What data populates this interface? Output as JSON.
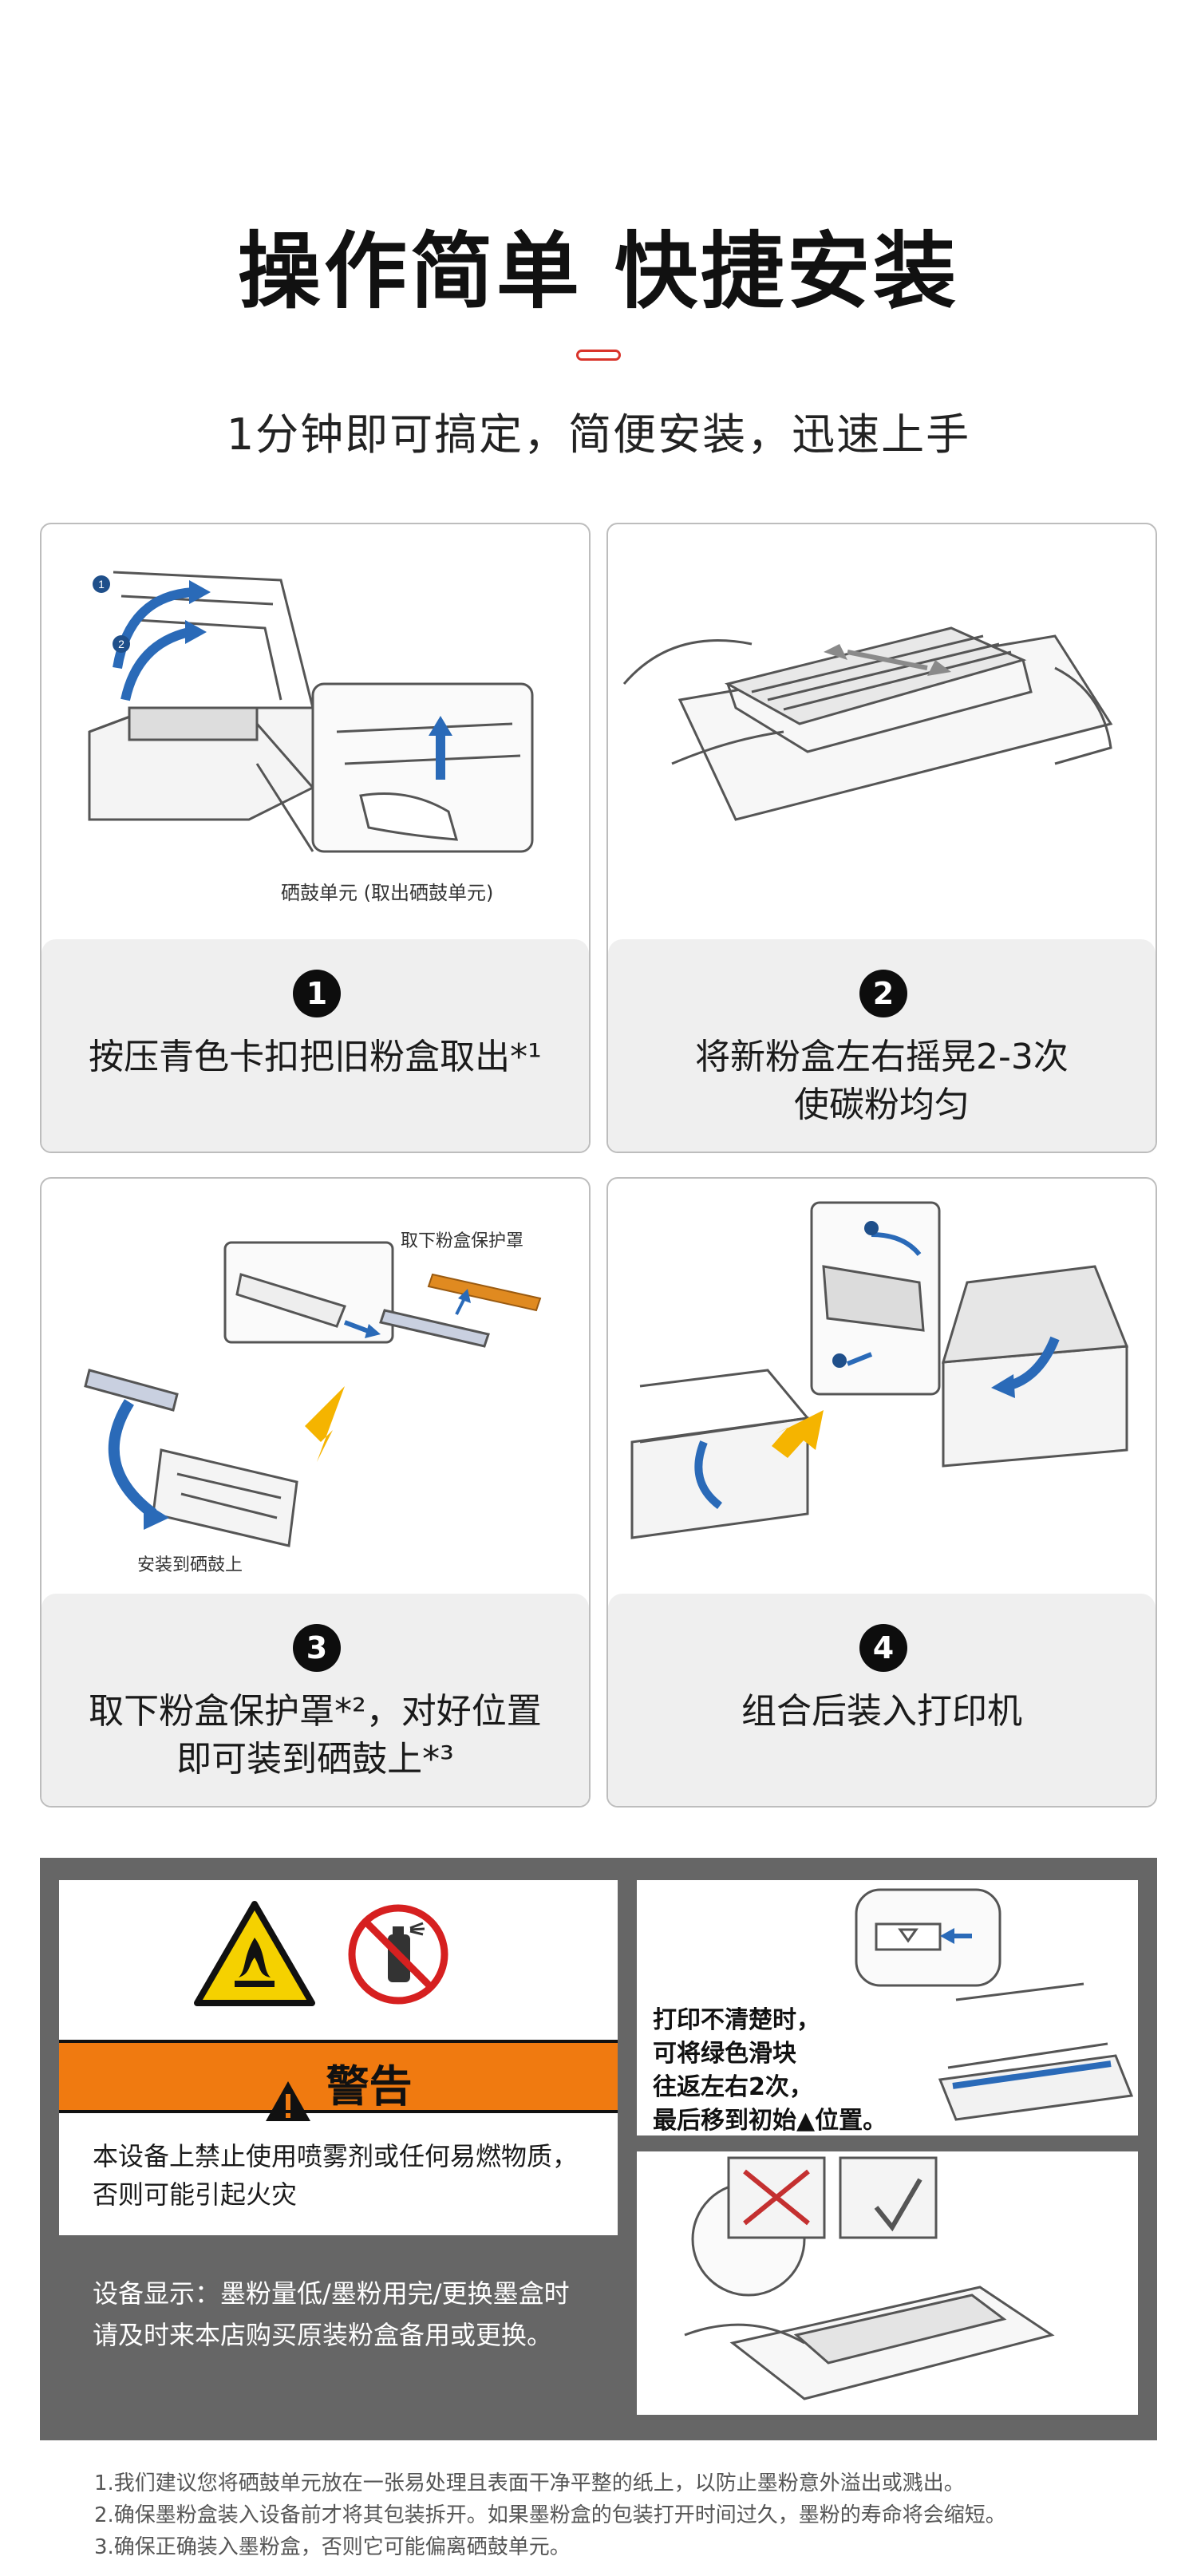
{
  "header": {
    "title": "操作简单 快捷安装",
    "subtitle": "1分钟即可搞定，简便安装，迅速上手"
  },
  "steps": [
    {
      "number": "1",
      "text": "按压青色卡扣把旧粉盒取出*¹",
      "image_label": "硒鼓单元 (取出硒鼓单元)"
    },
    {
      "number": "2",
      "text": "将新粉盒左右摇晃2-3次\n使碳粉均匀"
    },
    {
      "number": "3",
      "text": "取下粉盒保护罩*²，对好位置\n即可装到硒鼓上*³",
      "image_labels": [
        "取下粉盒保护罩",
        "安装到硒鼓上"
      ]
    },
    {
      "number": "4",
      "text": "组合后装入打印机"
    }
  ],
  "warning": {
    "banner": "警告",
    "body": "本设备上禁止使用喷雾剂或任何易燃物质，\n否则可能引起火灾",
    "device_note": "设备显示：墨粉量低/墨粉用完/更换墨盒时\n请及时来本店购买原装粉盒备用或更换。",
    "tip": "打印不清楚时，\n可将绿色滑块\n往返左右2次，\n最后移到初始▲位置。",
    "accent_color": "#f07a10"
  },
  "notes": [
    "1.我们建议您将硒鼓单元放在一张易处理且表面干净平整的纸上，以防止墨粉意外溢出或溅出。",
    "2.确保墨粉盒装入设备前才将其包装拆开。如果墨粉盒的包装打开时间过久，墨粉的寿命将会缩短。",
    "3.确保正确装入墨粉盒，否则它可能偏离硒鼓单元。"
  ]
}
